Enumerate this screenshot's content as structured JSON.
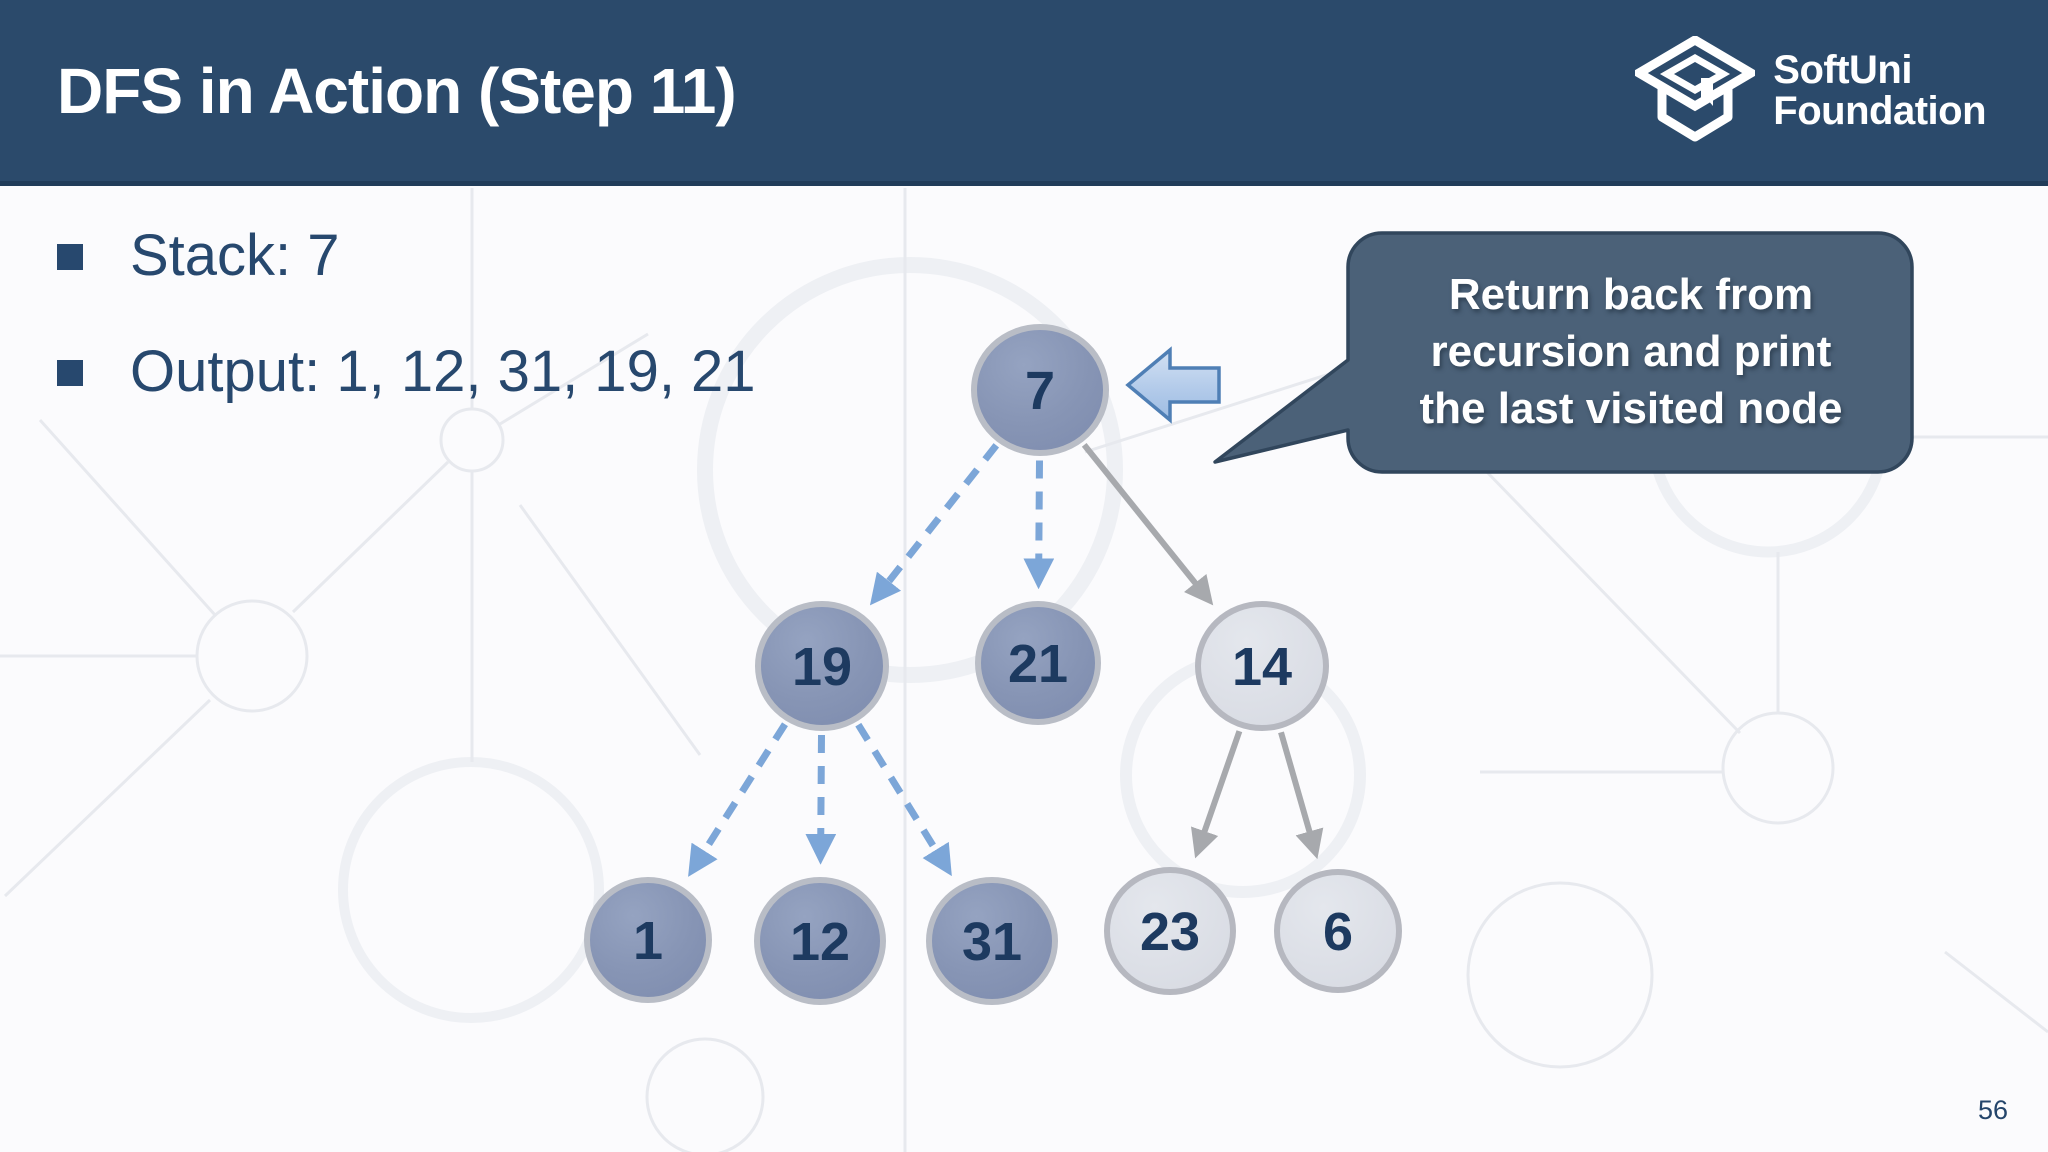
{
  "slide": {
    "header": {
      "title": "DFS in Action (Step 11)"
    },
    "logo": {
      "line1": "SoftUni",
      "line2": "Foundation",
      "icon": "graduation-cap-icon"
    },
    "bullets": [
      {
        "text": "Stack: 7"
      },
      {
        "text": "Output: 1, 12, 31, 19, 21"
      }
    ],
    "callout": {
      "lines": [
        "Return back from",
        "recursion and print",
        "the last visited node"
      ],
      "full_text": "Return back from recursion and print the last visited node"
    },
    "pointer_arrow": {
      "direction": "left",
      "points_at_node": "7"
    },
    "page_number": "56"
  },
  "tree": {
    "nodes": [
      {
        "id": "7",
        "label": "7",
        "state": "visited"
      },
      {
        "id": "19",
        "label": "19",
        "state": "visited"
      },
      {
        "id": "21",
        "label": "21",
        "state": "visited"
      },
      {
        "id": "14",
        "label": "14",
        "state": "unvisited"
      },
      {
        "id": "1",
        "label": "1",
        "state": "visited"
      },
      {
        "id": "12",
        "label": "12",
        "state": "visited"
      },
      {
        "id": "31",
        "label": "31",
        "state": "visited"
      },
      {
        "id": "23",
        "label": "23",
        "state": "unvisited"
      },
      {
        "id": "6",
        "label": "6",
        "state": "unvisited"
      }
    ],
    "edges": [
      {
        "from": "7",
        "to": "19",
        "style": "dashed"
      },
      {
        "from": "7",
        "to": "21",
        "style": "dashed"
      },
      {
        "from": "7",
        "to": "14",
        "style": "solid"
      },
      {
        "from": "19",
        "to": "1",
        "style": "dashed"
      },
      {
        "from": "19",
        "to": "12",
        "style": "dashed"
      },
      {
        "from": "19",
        "to": "31",
        "style": "dashed"
      },
      {
        "from": "14",
        "to": "23",
        "style": "solid"
      },
      {
        "from": "14",
        "to": "6",
        "style": "solid"
      }
    ]
  },
  "colors": {
    "header_bg": "#2b4a6b",
    "body_text": "#27486e",
    "node_visited_fill": "#8795b5",
    "node_unvisited_fill": "#dbdee6",
    "node_border": "#b9bdc6",
    "node_number": "#1d3a60",
    "dashed_edge": "#7ca6d8",
    "solid_edge": "#a7a9ad",
    "callout_bg": "#4b6178",
    "callout_border": "#31465c",
    "pointer_arrow_fill": "#b7cfec",
    "pointer_arrow_border": "#4f7fb5"
  }
}
